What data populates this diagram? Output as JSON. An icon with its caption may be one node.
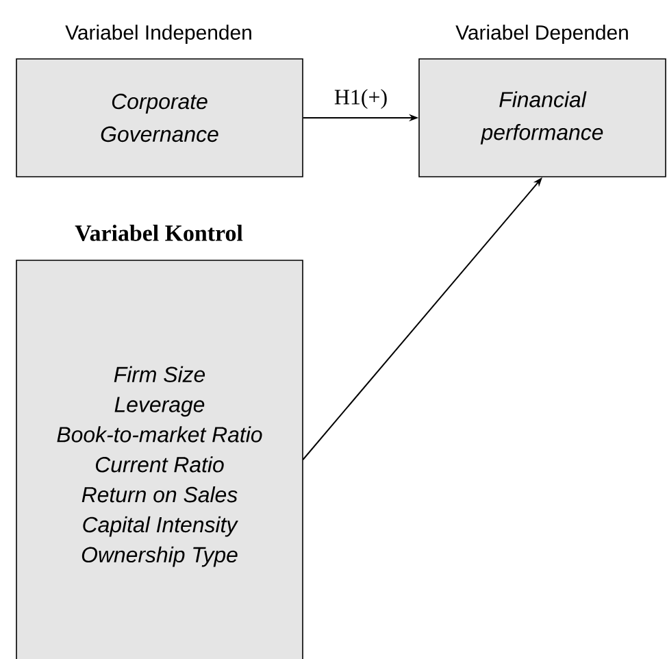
{
  "diagram": {
    "nodes": [
      {
        "text": [
          "Variabel Independen",
          "Corporate Governance"
        ]
      },
      {
        "text": [
          "Variabel Dependen",
          "Financial performance"
        ]
      },
      {
        "text": [
          "Variabel Kontrol",
          "Firm Size",
          "Leverage",
          "Book-to-market Ratio",
          "Current Ratio",
          "Return on Sales",
          "Capital Intensity",
          "Ownership Type"
        ]
      }
    ],
    "edges": [
      {
        "from": 0,
        "to": 1,
        "arrow": "to",
        "label": "H1(+)"
      },
      {
        "from": 2,
        "to": 1,
        "arrow": "to"
      }
    ]
  }
}
